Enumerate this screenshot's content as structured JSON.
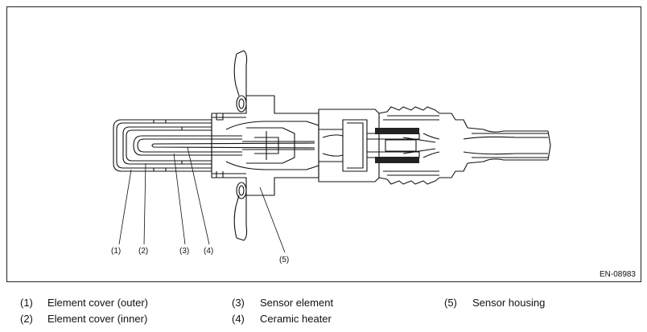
{
  "figure": {
    "code": "EN-08983",
    "callouts": [
      "(1)",
      "(2)",
      "(3)",
      "(4)",
      "(5)"
    ]
  },
  "legend": [
    {
      "number": "(1)",
      "text": "Element cover (outer)"
    },
    {
      "number": "(2)",
      "text": "Element cover (inner)"
    },
    {
      "number": "(3)",
      "text": "Sensor element"
    },
    {
      "number": "(4)",
      "text": "Ceramic heater"
    },
    {
      "number": "(5)",
      "text": "Sensor housing"
    }
  ]
}
